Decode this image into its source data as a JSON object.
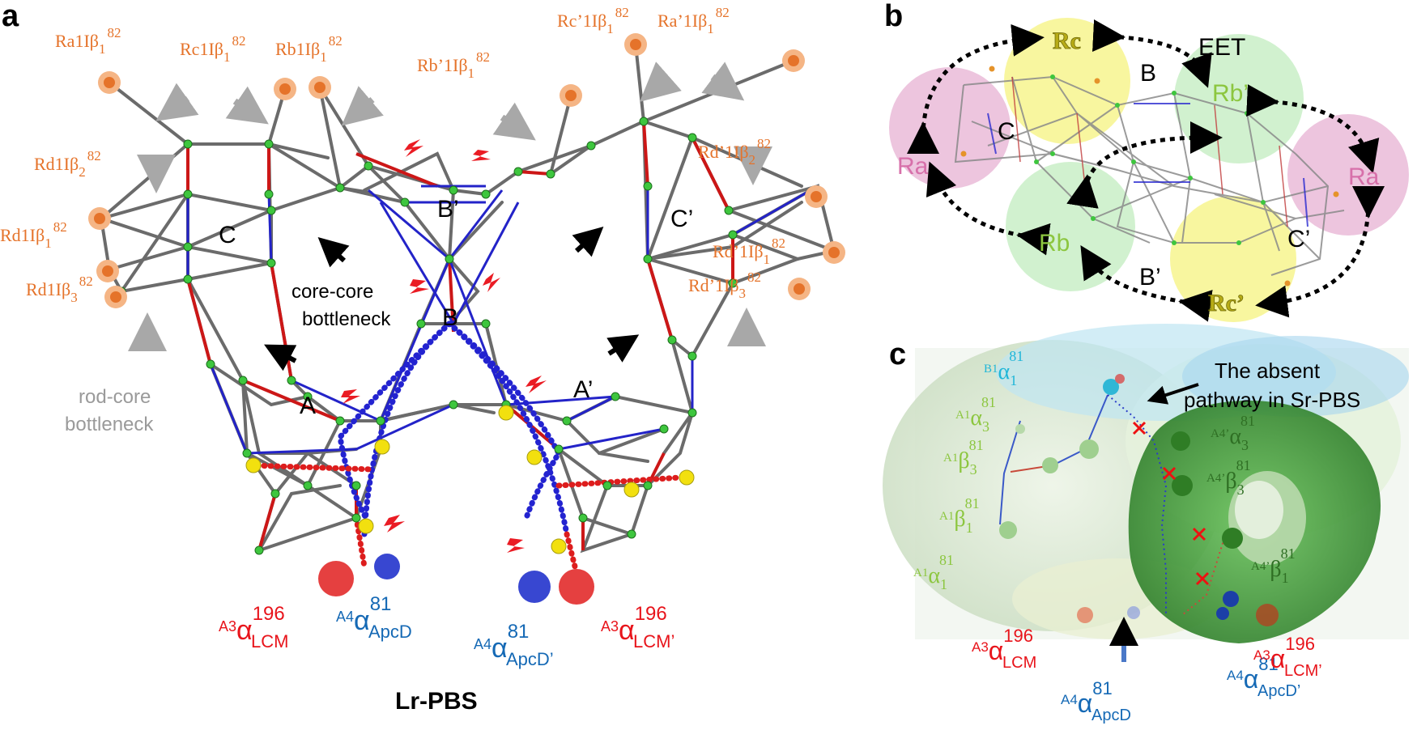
{
  "panels": {
    "a": "a",
    "b": "b",
    "c": "c"
  },
  "panel_a": {
    "title": "Lr-PBS",
    "regions": {
      "C": "C",
      "Cp": "C’",
      "Bp": "B’",
      "B": "B",
      "A": "A",
      "Ap": "A’"
    },
    "bottlenecks": {
      "core_core_1": "core-core",
      "core_core_2": "bottleneck",
      "rod_core_1": "rod-core",
      "rod_core_2": "bottleneck"
    },
    "site_labels": [
      {
        "base": "Ra1Iβ",
        "sub": "1",
        "sup": "82"
      },
      {
        "base": "Rc1Iβ",
        "sub": "1",
        "sup": "82"
      },
      {
        "base": "Rb1Iβ",
        "sub": "1",
        "sup": "82"
      },
      {
        "base": "Rb’1Iβ",
        "sub": "1",
        "sup": "82"
      },
      {
        "base": "Rc’1Iβ",
        "sub": "1",
        "sup": "82"
      },
      {
        "base": "Ra’1Iβ",
        "sub": "1",
        "sup": "82"
      },
      {
        "base": "Rd1Iβ",
        "sub": "2",
        "sup": "82"
      },
      {
        "base": "Rd1Iβ",
        "sub": "1",
        "sup": "82"
      },
      {
        "base": "Rd1Iβ",
        "sub": "3",
        "sup": "82"
      },
      {
        "base": "Rd’1Iβ",
        "sub": "2",
        "sup": "82"
      },
      {
        "base": "Rd’1Iβ",
        "sub": "1",
        "sup": "82"
      },
      {
        "base": "Rd’1Iβ",
        "sub": "3",
        "sup": "82"
      }
    ],
    "terminal_labels": [
      {
        "pre": "A3",
        "base": "α",
        "sup": "196",
        "sub": "LCM",
        "color": "#e8141b"
      },
      {
        "pre": "A4",
        "base": "α",
        "sup": "81",
        "sub": "ApcD",
        "color": "#1569b5"
      },
      {
        "pre": "A4",
        "base": "α",
        "sup": "81",
        "sub": "ApcD’",
        "color": "#1569b5"
      },
      {
        "pre": "A3",
        "base": "α",
        "sup": "196",
        "sub": "LCM’",
        "color": "#e8141b"
      }
    ]
  },
  "panel_b": {
    "labels": {
      "Rc": "Rc",
      "Rcp": "Rc’",
      "Rb": "Rb",
      "Rbp": "Rb’",
      "Ra_left": "Ra",
      "Ra_right": "Ra",
      "B": "B",
      "Bp": "B’",
      "C": "C",
      "Cp": "C’",
      "EET": "EET"
    }
  },
  "panel_c": {
    "annotation_1": "The absent",
    "annotation_2": "pathway in Sr-PBS",
    "labels": [
      {
        "pre": "B1",
        "base": "α",
        "sub": "1",
        "sup": "81"
      },
      {
        "pre": "A1",
        "base": "α",
        "sub": "3",
        "sup": "81"
      },
      {
        "pre": "A1",
        "base": "β",
        "sub": "3",
        "sup": "81"
      },
      {
        "pre": "A1",
        "base": "β",
        "sub": "1",
        "sup": "81"
      },
      {
        "pre": "A1",
        "base": "α",
        "sub": "1",
        "sup": "81"
      },
      {
        "pre": "A4’",
        "base": "α",
        "sub": "3",
        "sup": "81"
      },
      {
        "pre": "A4’",
        "base": "β",
        "sub": "3",
        "sup": "81"
      },
      {
        "pre": "A4’",
        "base": "β",
        "sub": "1",
        "sup": "81"
      }
    ],
    "terminal_labels": [
      {
        "pre": "A3",
        "base": "α",
        "sup": "196",
        "sub": "LCM"
      },
      {
        "pre": "A4",
        "base": "α",
        "sup": "81",
        "sub": "ApcD"
      },
      {
        "pre": "A4",
        "base": "α",
        "sup": "81",
        "sub": "ApcD’"
      },
      {
        "pre": "A3",
        "base": "α",
        "sup": "196",
        "sub": "LCM’"
      }
    ]
  },
  "colors": {
    "orange": "#e5732a",
    "red": "#e8141b",
    "blue": "#1569b5",
    "network_gray": "#6b6b6b",
    "green_node": "#3ec63e",
    "yellow_node": "#f2e00f",
    "pink_circle": "#e9b6d6",
    "yellow_circle": "#f8f59a",
    "green_circle": "#c9efc7",
    "light_green": "#8cc63f",
    "dark_green": "#3f8f30",
    "cyan": "#1fb6d8"
  }
}
